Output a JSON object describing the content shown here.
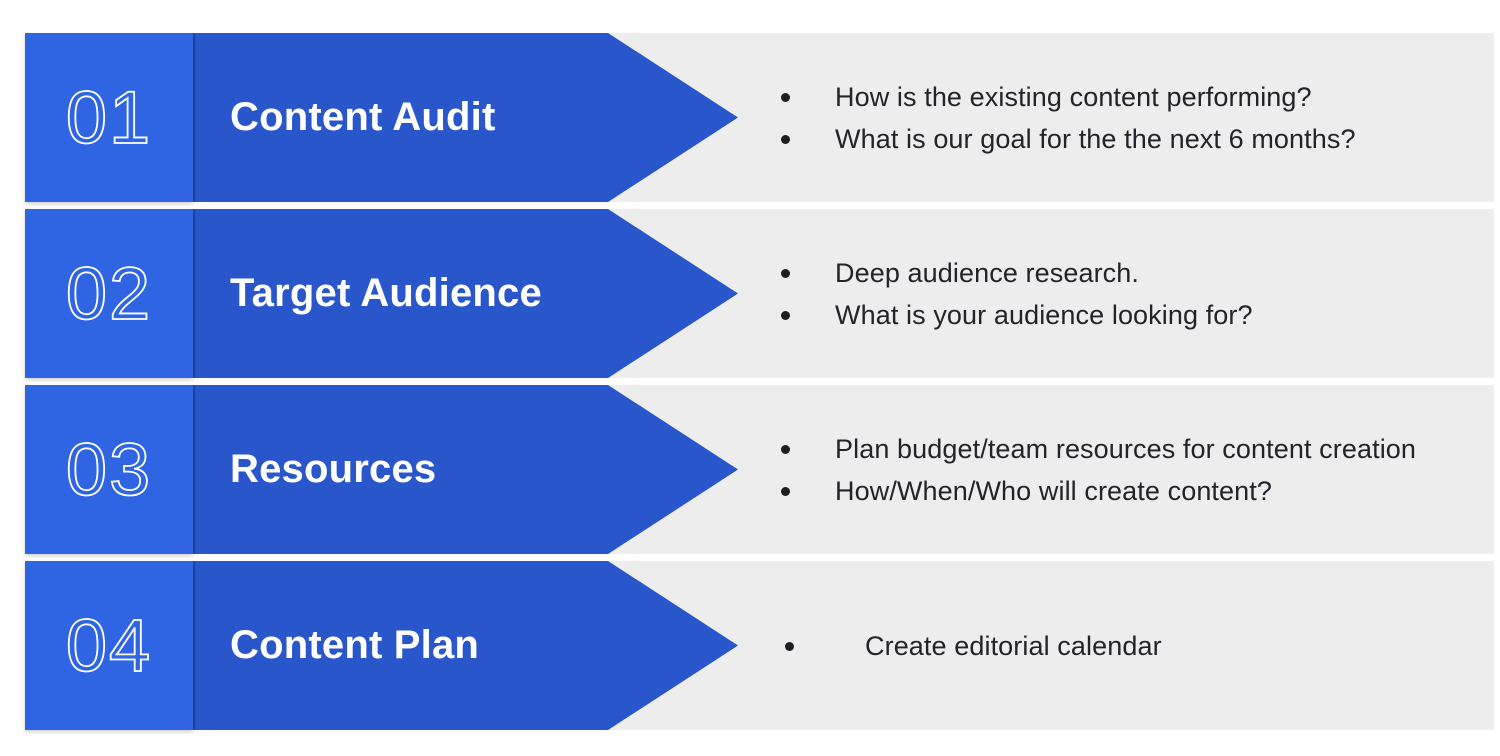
{
  "diagram": {
    "type": "process-steps-infographic",
    "colors": {
      "number_block": "#2f65e3",
      "arrow_banner": "#2a56cb",
      "detail_panel": "#ededed",
      "bullet_text": "#232329",
      "title_text": "#ffffff",
      "number_text": "#ffffff"
    },
    "steps": [
      {
        "number": "01",
        "title": "Content Audit",
        "bullets": [
          "How is the existing content performing?",
          "What is our goal for the the next 6 months?"
        ],
        "extra_indent": false
      },
      {
        "number": "02",
        "title": "Target Audience",
        "bullets": [
          "Deep audience research.",
          "What is your audience looking for?"
        ],
        "extra_indent": false
      },
      {
        "number": "03",
        "title": "Resources",
        "bullets": [
          "Plan budget/team resources for content creation",
          "How/When/Who will create content?"
        ],
        "extra_indent": false
      },
      {
        "number": "04",
        "title": "Content Plan",
        "bullets": [
          "Create editorial calendar"
        ],
        "extra_indent": true
      }
    ]
  }
}
